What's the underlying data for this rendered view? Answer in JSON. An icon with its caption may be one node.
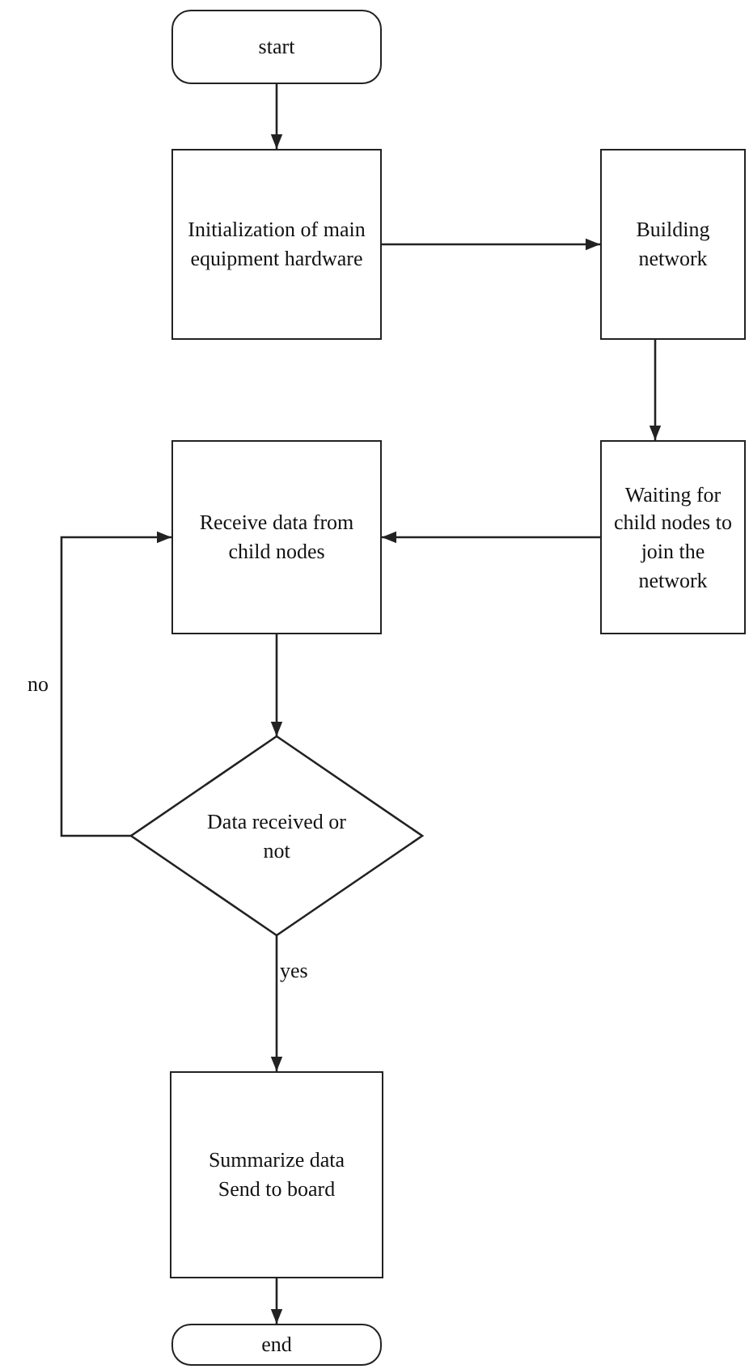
{
  "diagram": {
    "nodes": [
      {
        "text": [
          "start"
        ]
      },
      {
        "text": [
          "Initialization of main equipment hardware"
        ]
      },
      {
        "text": [
          "Building network"
        ]
      },
      {
        "text": [
          "Waiting for child nodes to join the network"
        ]
      },
      {
        "text": [
          "Receive data from child nodes"
        ]
      },
      {
        "text": [
          "Data received or not"
        ]
      },
      {
        "text": [
          "Summarize data",
          "Send to board"
        ]
      },
      {
        "text": [
          "end"
        ]
      }
    ],
    "edges": [
      {
        "from": 0,
        "to": 1,
        "arrow": "to"
      },
      {
        "from": 1,
        "to": 2,
        "arrow": "to"
      },
      {
        "from": 2,
        "to": 3,
        "arrow": "to"
      },
      {
        "from": 3,
        "to": 4,
        "arrow": "to"
      },
      {
        "from": 4,
        "to": 5,
        "arrow": "to"
      },
      {
        "from": 5,
        "to": 4,
        "arrow": "to",
        "label": "no"
      },
      {
        "from": 5,
        "to": 6,
        "arrow": "to",
        "label": "yes"
      },
      {
        "from": 6,
        "to": 7,
        "arrow": "to"
      }
    ]
  }
}
